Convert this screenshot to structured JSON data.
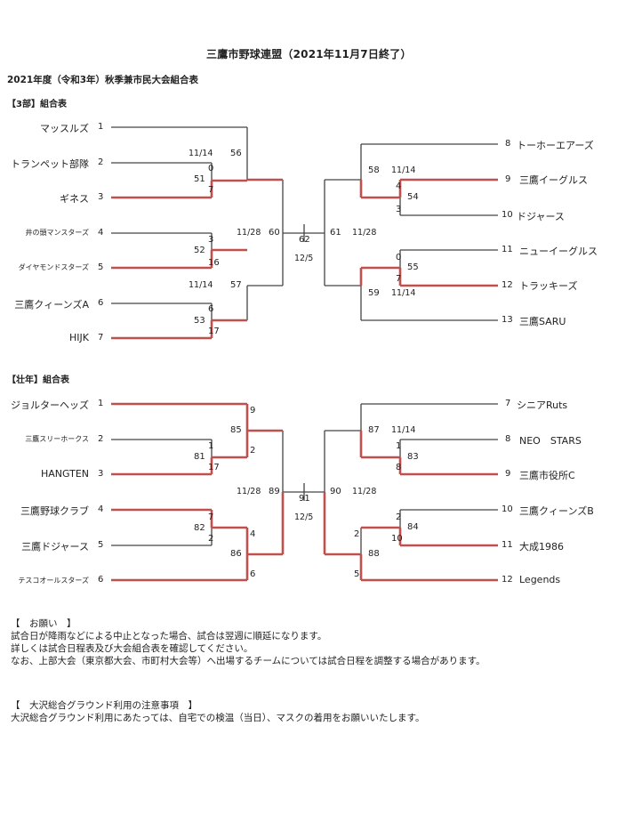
{
  "title": "三鷹市野球連盟（2021年11月7日終了）",
  "subtitle": "2021年度（令和3年）秋季兼市民大会組合表",
  "colors": {
    "line": "#444444",
    "winner": "#c0504d"
  },
  "div3": {
    "header": "【3部】組合表",
    "left_teams": [
      {
        "name": "マッスルズ",
        "seed": "1"
      },
      {
        "name": "トランペット部隊",
        "seed": "2"
      },
      {
        "name": "ギネス",
        "seed": "3"
      },
      {
        "name": "井の頭マンスターズ",
        "seed": "4"
      },
      {
        "name": "ダイヤモンドスターズ",
        "seed": "5"
      },
      {
        "name": "三鷹クィーンズA",
        "seed": "6"
      },
      {
        "name": "HIJK",
        "seed": "7"
      }
    ],
    "right_teams": [
      {
        "name": "トーホーエアーズ",
        "seed": "8"
      },
      {
        "name": "三鷹イーグルス",
        "seed": "9"
      },
      {
        "name": "ドジャース",
        "seed": "10"
      },
      {
        "name": "ニューイーグルス",
        "seed": "11"
      },
      {
        "name": "トラッキーズ",
        "seed": "12"
      },
      {
        "name": "三鷹SARU",
        "seed": "13"
      }
    ],
    "labels": {
      "g51": "51",
      "g51_top": "0",
      "g51_bot": "7",
      "g52": "52",
      "g52_top": "3",
      "g52_bot": "16",
      "g53": "53",
      "g53_top": "6",
      "g53_bot": "17",
      "g56": "56",
      "g56_date": "11/14",
      "g57": "57",
      "g57_date": "11/14",
      "g60": "60",
      "g60_date": "11/28",
      "g62": "62",
      "g62_date": "12/5",
      "g61": "61",
      "g61_date": "11/28",
      "g58": "58",
      "g58_date": "11/14",
      "g54": "54",
      "g54_top": "4",
      "g54_bot": "3",
      "g55": "55",
      "g55_top": "0",
      "g55_bot": "7",
      "g59": "59",
      "g59_date": "11/14"
    }
  },
  "veteran": {
    "header": "【壮年】組合表",
    "left_teams": [
      {
        "name": "ジョルターヘッズ",
        "seed": "1"
      },
      {
        "name": "三鷹スリーホークス",
        "seed": "2"
      },
      {
        "name": "HANGTEN",
        "seed": "3"
      },
      {
        "name": "三鷹野球クラブ",
        "seed": "4"
      },
      {
        "name": "三鷹ドジャース",
        "seed": "5"
      },
      {
        "name": "テスコオールスターズ",
        "seed": "6"
      }
    ],
    "right_teams": [
      {
        "name": "シニアRuts",
        "seed": "7"
      },
      {
        "name": "NEO　STARS",
        "seed": "8"
      },
      {
        "name": "三鷹市役所C",
        "seed": "9"
      },
      {
        "name": "三鷹クィーンズB",
        "seed": "10"
      },
      {
        "name": "大成1986",
        "seed": "11"
      },
      {
        "name": "Legends",
        "seed": "12"
      }
    ],
    "labels": {
      "g81": "81",
      "g81_top": "1",
      "g81_bot": "17",
      "g82": "82",
      "g82_top": "7",
      "g82_bot": "2",
      "g85": "85",
      "g85_top": "9",
      "g85_bot": "2",
      "g86": "86",
      "g86_top": "4",
      "g86_bot": "6",
      "g89": "89",
      "g89_date": "11/28",
      "g91": "91",
      "g91_date": "12/5",
      "g90": "90",
      "g90_date": "11/28",
      "g87": "87",
      "g87_date": "11/14",
      "g83": "83",
      "g83_top": "1",
      "g83_bot": "8",
      "g84": "84",
      "g84_top": "2",
      "g84_bot": "10",
      "g88": "88",
      "g88_top": "2",
      "g88_bot": "5"
    }
  },
  "notes": {
    "heading": "【　お願い　】",
    "line1": "試合日が降雨などによる中止となった場合、試合は翌週に順延になります。",
    "line2": "詳しくは試合日程表及び大会組合表を確認してください。",
    "line3": "なお、上部大会（東京都大会、市町村大会等）へ出場するチームについては試合日程を調整する場合があります。",
    "heading2": "【　大沢総合グラウンド利用の注意事項　】",
    "line4": "大沢総合グラウンド利用にあたっては、自宅での検温（当日）、マスクの着用をお願いいたします。"
  }
}
